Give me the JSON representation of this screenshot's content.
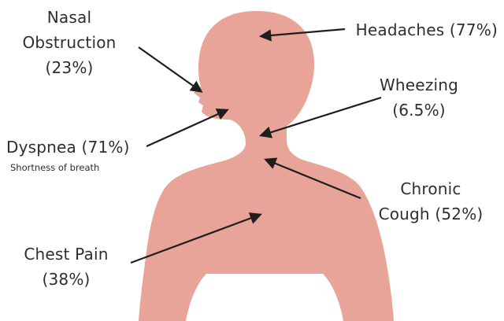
{
  "colors": {
    "body_fill": "#e8a499",
    "arrow": "#1e1e1e",
    "text": "#2e2e2e",
    "background": "#ffffff"
  },
  "symptoms": {
    "nasal": {
      "line1": "Nasal",
      "line2": "Obstruction",
      "line3": "(23%)"
    },
    "headaches": {
      "line1": "Headaches (77%)"
    },
    "wheezing": {
      "line1": "Wheezing",
      "line2": "(6.5%)"
    },
    "dyspnea": {
      "line1": "Dyspnea (71%)",
      "note": "Shortness of breath"
    },
    "cough": {
      "line1": "Chronic",
      "line2": "Cough (52%)"
    },
    "chest": {
      "line1": "Chest Pain",
      "line2": "(38%)"
    }
  }
}
